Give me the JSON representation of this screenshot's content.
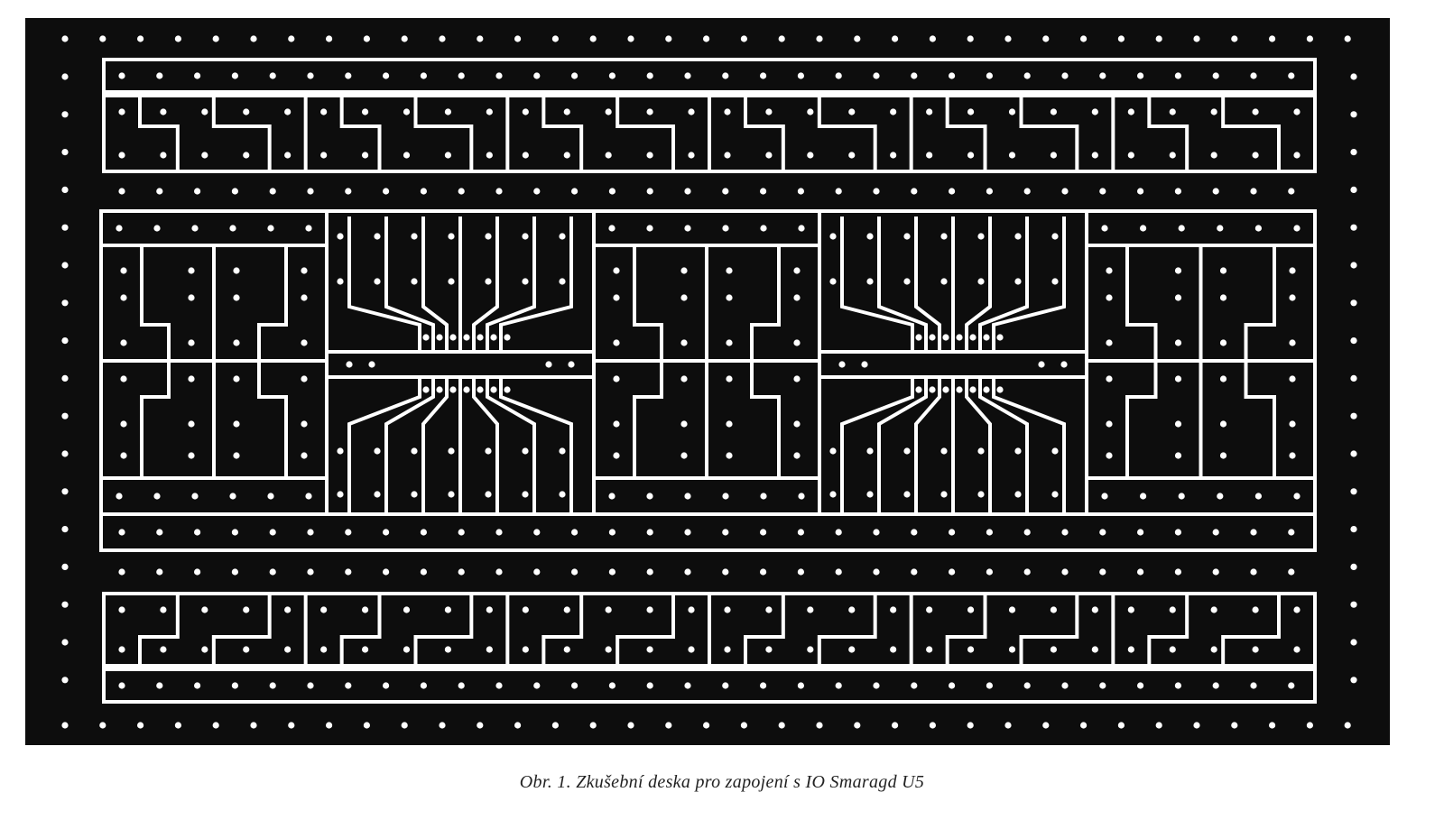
{
  "figure": {
    "caption": "Obr. 1. Zkušební deska pro zapojení s IO Smaragd U5"
  },
  "colors": {
    "board": "#0d0d0d",
    "trace_gap": "#ffffff",
    "hole": "#ffffff",
    "paper": "#ffffff",
    "caption": "#222222"
  },
  "board": {
    "description_elements": [
      "outer-hole-border",
      "top-bus-strip",
      "top-pad-row",
      "main-panel",
      "dip-pad-groups",
      "bottom-pad-row",
      "bottom-bus-strip"
    ]
  }
}
